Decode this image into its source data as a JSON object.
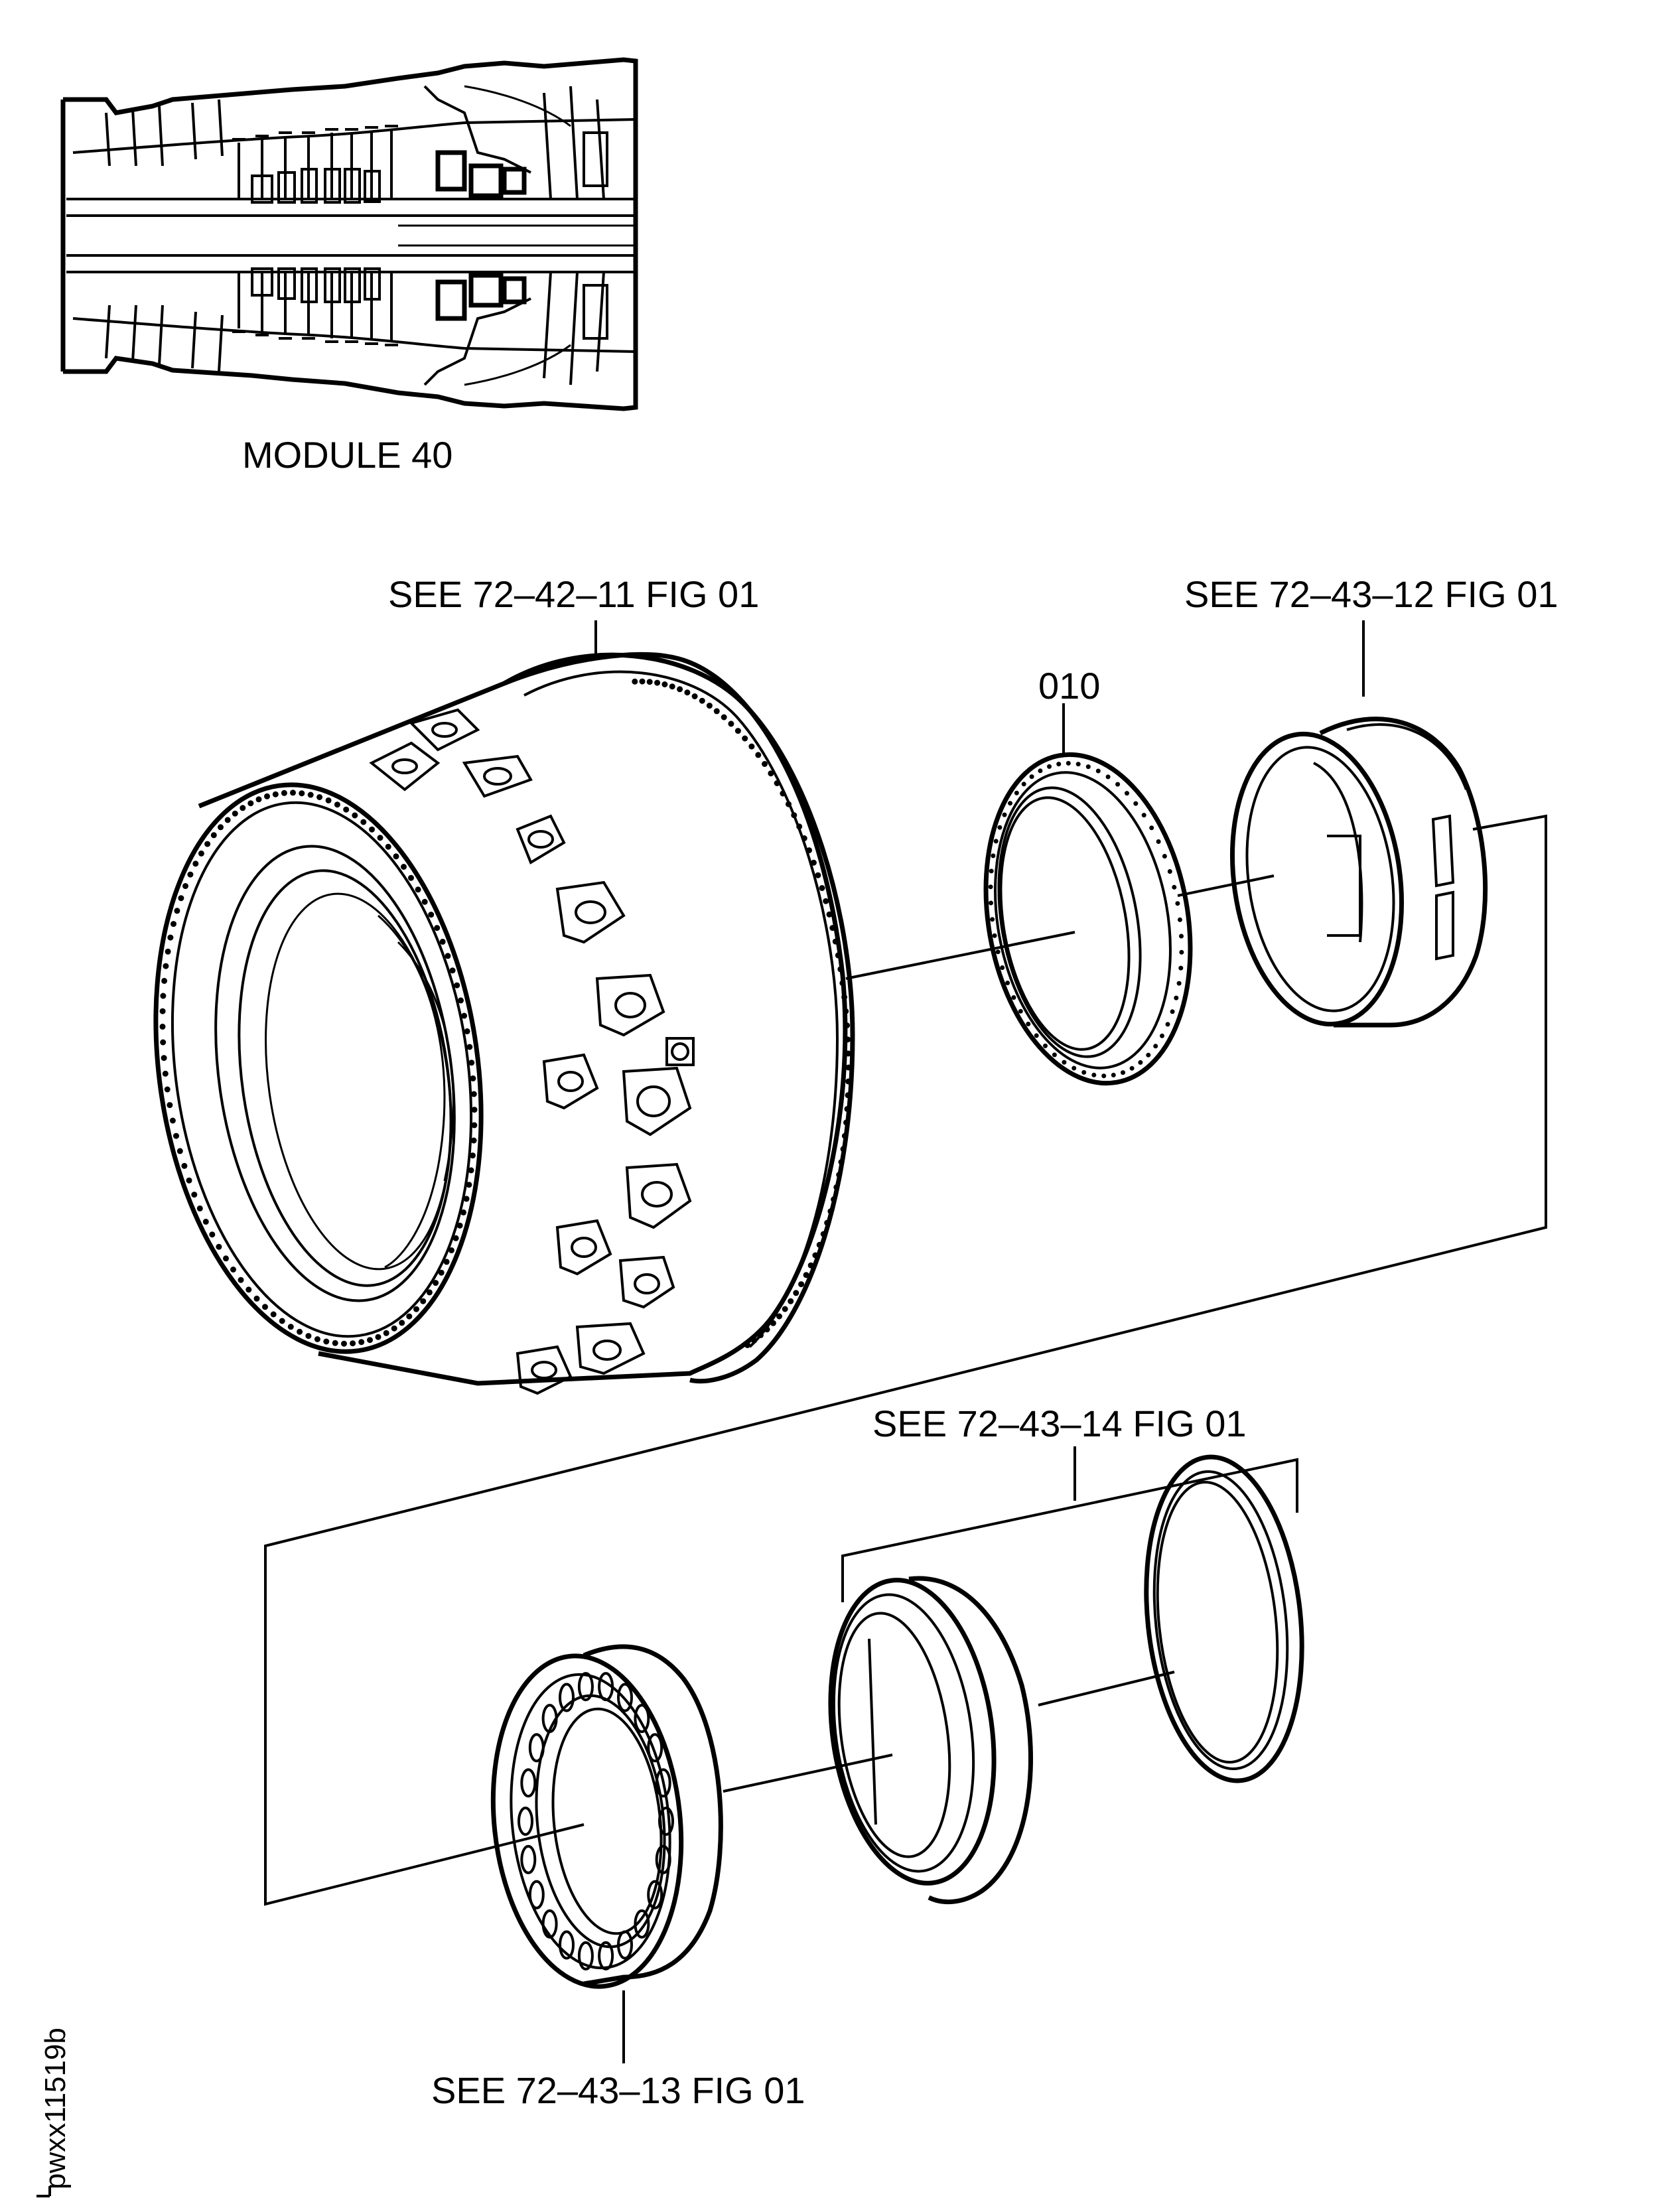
{
  "module_label": "MODULE 40",
  "callouts": {
    "case_ref": "SEE 72–42–11 FIG 01",
    "item_010": "010",
    "sleeve_ref": "SEE 72–43–12 FIG 01",
    "seal_pair_ref": "SEE 72–43–14 FIG 01",
    "bearing_ref": "SEE 72–43–13 FIG 01"
  },
  "figure_id": "pwxx11519b"
}
